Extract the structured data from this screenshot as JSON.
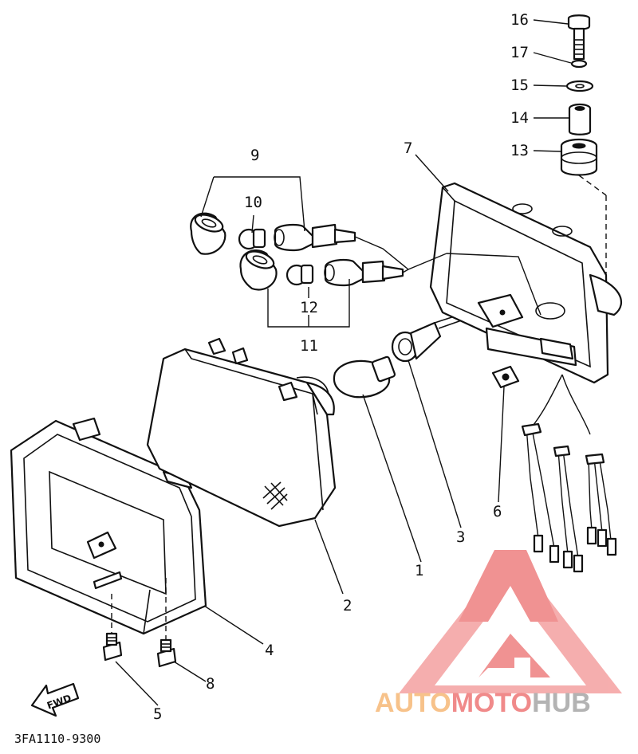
{
  "callouts": [
    {
      "id": "c1",
      "text": "1"
    },
    {
      "id": "c2",
      "text": "2"
    },
    {
      "id": "c3",
      "text": "3"
    },
    {
      "id": "c4",
      "text": "4"
    },
    {
      "id": "c5",
      "text": "5"
    },
    {
      "id": "c6",
      "text": "6"
    },
    {
      "id": "c7",
      "text": "7"
    },
    {
      "id": "c8",
      "text": "8"
    },
    {
      "id": "c9",
      "text": "9"
    },
    {
      "id": "c10",
      "text": "10"
    },
    {
      "id": "c11",
      "text": "11"
    },
    {
      "id": "c12",
      "text": "12"
    },
    {
      "id": "c13",
      "text": "13"
    },
    {
      "id": "c14",
      "text": "14"
    },
    {
      "id": "c15",
      "text": "15"
    },
    {
      "id": "c16",
      "text": "16"
    },
    {
      "id": "c17",
      "text": "17"
    }
  ],
  "fwd_label": "FWD",
  "diagram_code": "3FA1110-9300",
  "watermark": {
    "part1": "AUTO",
    "part2": "MOTO",
    "part3": "HUB",
    "color_light": "#f7c28a",
    "color_red": "#f08a8a",
    "color_gray": "#b3b3b3"
  }
}
